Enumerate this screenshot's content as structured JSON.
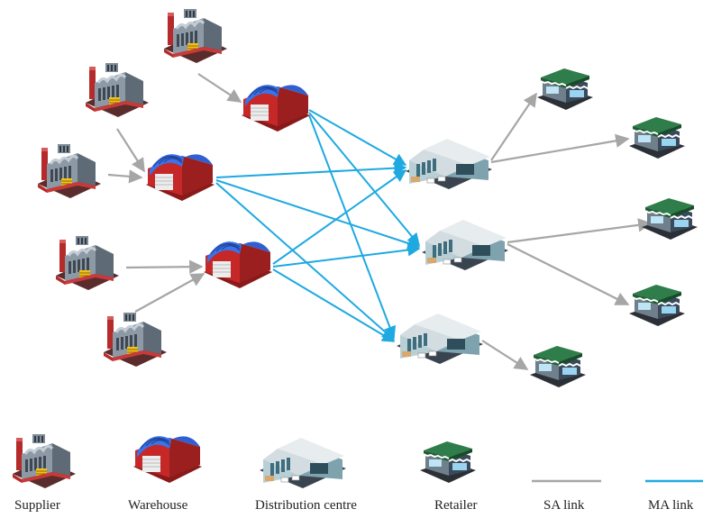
{
  "legend": {
    "supplier": "Supplier",
    "warehouse": "Warehouse",
    "distribution_centre": "Distribution centre",
    "retailer": "Retailer",
    "sa_link": "SA link",
    "ma_link": "MA link"
  },
  "colors": {
    "sa_link": "#a6a6a6",
    "ma_link": "#1fa9e1",
    "factory_red": "#b52a2a",
    "warehouse_roof": "#2f5fd0",
    "warehouse_body": "#c62828",
    "retailer_roof": "#2e7d4a",
    "retailer_body": "#3a4a5a"
  },
  "icons": {
    "supplier": "factory-icon",
    "warehouse": "warehouse-icon",
    "distribution_centre": "distribution-centre-icon",
    "retailer": "retailer-store-icon"
  },
  "network": {
    "supplier_to_warehouse": [
      [
        0,
        0
      ],
      [
        1,
        1
      ],
      [
        2,
        1
      ],
      [
        3,
        2
      ],
      [
        4,
        2
      ]
    ],
    "warehouse_to_distribution_centre": [
      [
        0,
        0
      ],
      [
        0,
        1
      ],
      [
        0,
        2
      ],
      [
        1,
        0
      ],
      [
        1,
        1
      ],
      [
        1,
        2
      ],
      [
        2,
        0
      ],
      [
        2,
        1
      ],
      [
        2,
        2
      ]
    ],
    "distribution_centre_to_retailer": [
      [
        0,
        0
      ],
      [
        0,
        1
      ],
      [
        1,
        2
      ],
      [
        1,
        3
      ],
      [
        2,
        4
      ]
    ]
  }
}
